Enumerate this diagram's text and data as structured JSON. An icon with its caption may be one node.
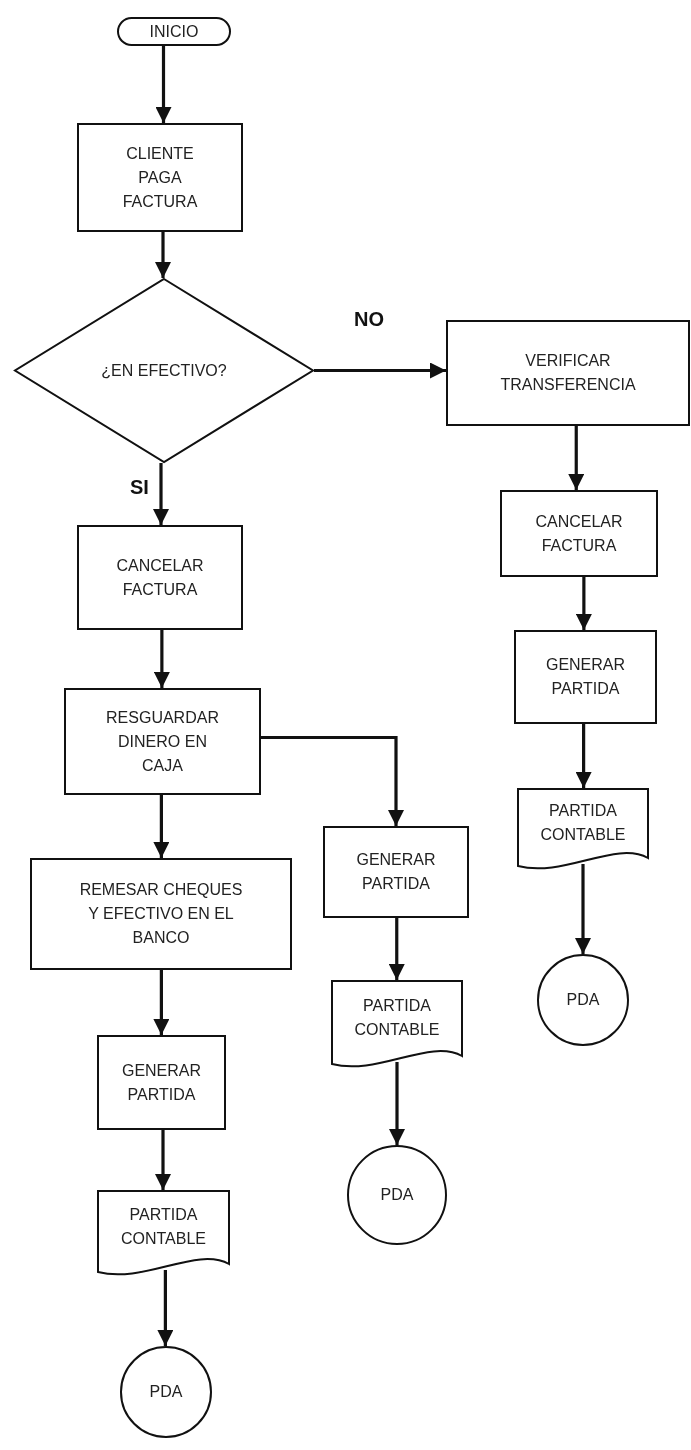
{
  "diagram": {
    "nodes": [
      {
        "text": [
          "INICIO"
        ]
      },
      {
        "text": [
          "CLIENTE PAGA FACTURA"
        ]
      },
      {
        "text": [
          "¿EN EFECTIVO?"
        ]
      },
      {
        "text": [
          "VERIFICAR TRANSFERENCIA"
        ]
      },
      {
        "text": [
          "CANCELAR FACTURA"
        ]
      },
      {
        "text": [
          "RESGUARDAR DINERO EN CAJA"
        ]
      },
      {
        "text": [
          "REMESAR CHEQUES Y EFECTIVO EN EL BANCO"
        ]
      },
      {
        "text": [
          "GENERAR PARTIDA"
        ]
      },
      {
        "text": [
          "PARTIDA CONTABLE"
        ]
      },
      {
        "text": [
          "PDA"
        ]
      },
      {
        "text": [
          "GENERAR PARTIDA"
        ]
      },
      {
        "text": [
          "PARTIDA CONTABLE"
        ]
      },
      {
        "text": [
          "PDA"
        ]
      },
      {
        "text": [
          "CANCELAR FACTURA"
        ]
      },
      {
        "text": [
          "GENERAR PARTIDA"
        ]
      },
      {
        "text": [
          "PARTIDA CONTABLE"
        ]
      },
      {
        "text": [
          "PDA"
        ]
      }
    ],
    "edges": [
      {
        "from": 0,
        "to": 1,
        "arrow": "to"
      },
      {
        "from": 1,
        "to": 2,
        "arrow": "to"
      },
      {
        "from": 2,
        "to": 3,
        "arrow": "to",
        "label": "NO"
      },
      {
        "from": 2,
        "to": 4,
        "arrow": "to",
        "label": "SI"
      },
      {
        "from": 4,
        "to": 5,
        "arrow": "to"
      },
      {
        "from": 5,
        "to": 6,
        "arrow": "to"
      },
      {
        "from": 6,
        "to": 7,
        "arrow": "to"
      },
      {
        "from": 7,
        "to": 8,
        "arrow": "to"
      },
      {
        "from": 8,
        "to": 9,
        "arrow": "to"
      },
      {
        "from": 5,
        "to": 10,
        "arrow": "to"
      },
      {
        "from": 10,
        "to": 11,
        "arrow": "to"
      },
      {
        "from": 11,
        "to": 12,
        "arrow": "to"
      },
      {
        "from": 3,
        "to": 13,
        "arrow": "to"
      },
      {
        "from": 13,
        "to": 14,
        "arrow": "to"
      },
      {
        "from": 14,
        "to": 15,
        "arrow": "to"
      },
      {
        "from": 15,
        "to": 16,
        "arrow": "to"
      }
    ]
  }
}
